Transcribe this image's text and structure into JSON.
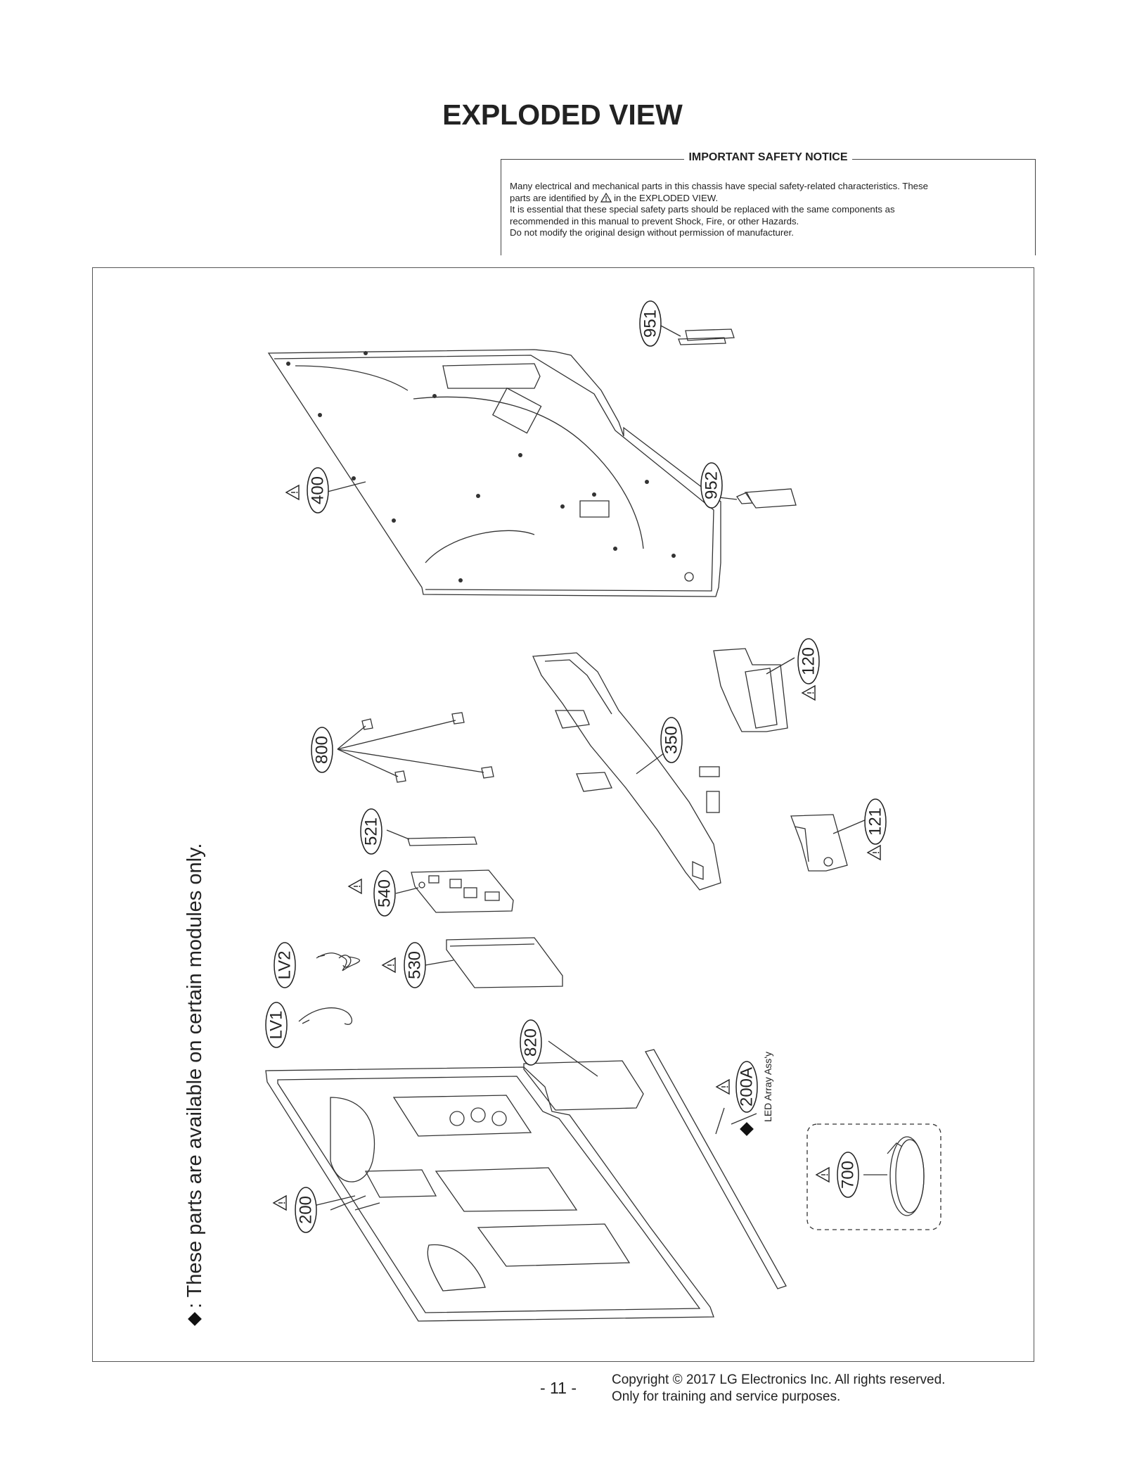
{
  "title": "EXPLODED VIEW",
  "notice": {
    "heading": "IMPORTANT SAFETY NOTICE",
    "line1": "Many electrical and mechanical parts in this chassis have special safety-related characteristics. These",
    "line2a": "parts are identified by",
    "line2b": "in the EXPLODED VIEW.",
    "line3": "It is essential that these special safety parts should be replaced with the same components as",
    "line4": "recommended in this manual to prevent Shock, Fire, or other Hazards.",
    "line5": "Do not modify the original design without permission of manufacturer."
  },
  "side_note": ": These parts are available on certain modules only.",
  "parts": {
    "p951": "951",
    "p952": "952",
    "p400": "400",
    "p120": "120",
    "p350": "350",
    "p800": "800",
    "p121": "121",
    "p521": "521",
    "p540": "540",
    "p530": "530",
    "pLV2": "LV2",
    "pLV1": "LV1",
    "p820": "820",
    "p200A": "200A",
    "p200": "200",
    "p700": "700"
  },
  "led_label": "LED Array Ass'y",
  "footer": {
    "page": "- 11 -",
    "copyright": "Copyright © 2017 LG Electronics Inc. All rights reserved.",
    "purpose": "Only for training and service purposes."
  }
}
